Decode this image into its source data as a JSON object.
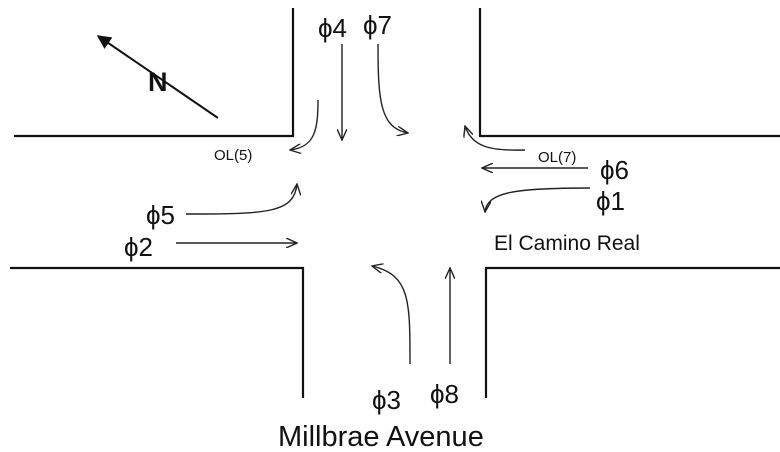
{
  "diagram": {
    "north_label": "N",
    "phases": {
      "p1": "ϕ1",
      "p2": "ϕ2",
      "p3": "ϕ3",
      "p4": "ϕ4",
      "p5": "ϕ5",
      "p6": "ϕ6",
      "p7": "ϕ7",
      "p8": "ϕ8"
    },
    "overlaps": {
      "ol5": "OL(5)",
      "ol7": "OL(7)"
    },
    "streets": {
      "east_west": "El Camino Real",
      "north_south": "Millbrae Avenue"
    }
  }
}
